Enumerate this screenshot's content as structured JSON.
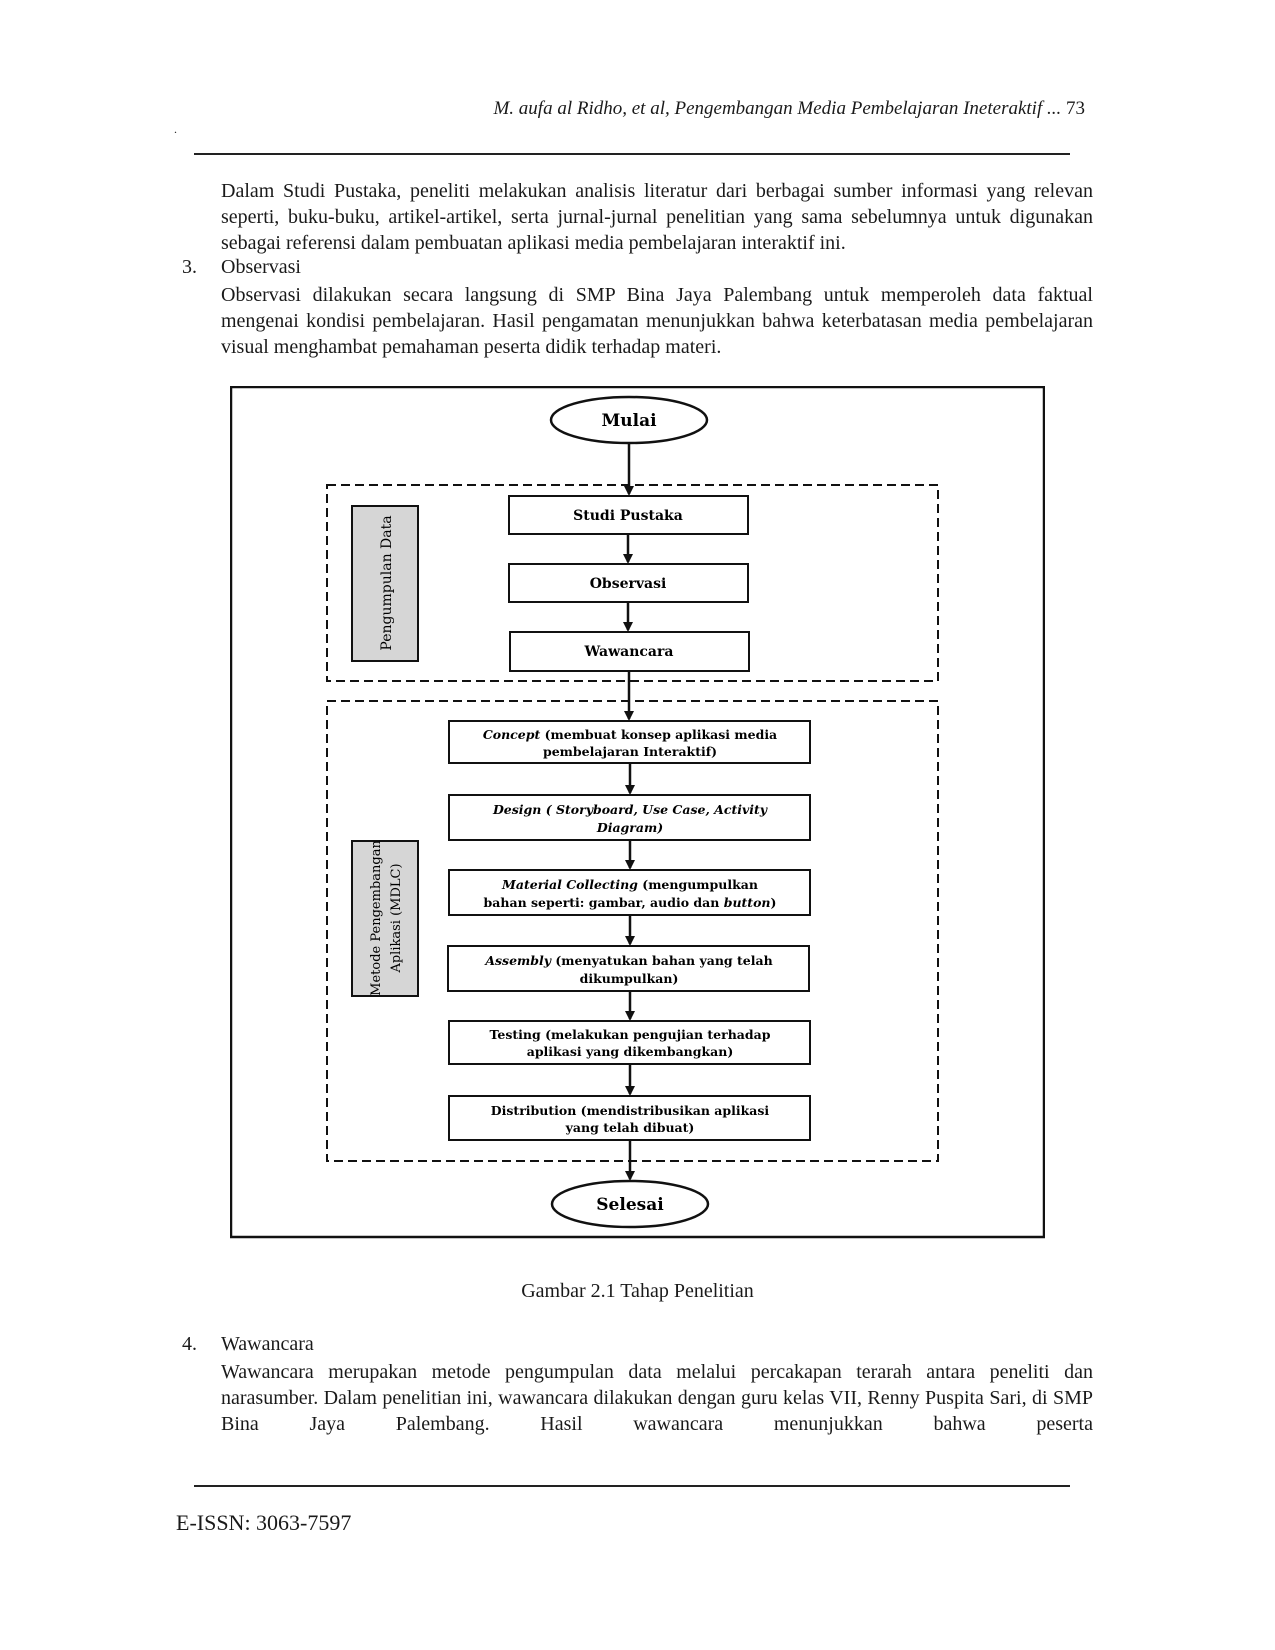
{
  "header": {
    "running_title": "M. aufa al Ridho, et al, Pengembangan Media Pembelajaran Ineteraktif ...",
    "page_number": "73",
    "dot": "."
  },
  "body": {
    "paragraph_studi_pustaka": "Dalam Studi Pustaka, peneliti melakukan analisis literatur dari berbagai sumber informasi yang relevan seperti, buku-buku, artikel-artikel, serta jurnal-jurnal penelitian yang sama sebelumnya untuk digunakan sebagai referensi dalam pembuatan aplikasi media pembelajaran interaktif ini.",
    "item3_number": "3.",
    "item3_title": "Observasi",
    "item3_text": "Observasi dilakukan secara langsung di SMP Bina Jaya Palembang untuk memperoleh data faktual mengenai kondisi pembelajaran. Hasil pengamatan menunjukkan bahwa keterbatasan media pembelajaran visual menghambat pemahaman peserta didik terhadap materi.",
    "item4_number": "4.",
    "item4_title": "Wawancara",
    "item4_text": "Wawancara merupakan metode pengumpulan data melalui percakapan terarah antara peneliti dan narasumber. Dalam penelitian ini, wawancara dilakukan dengan guru kelas VII, Renny Puspita Sari, di SMP Bina Jaya Palembang. Hasil wawancara menunjukkan bahwa peserta"
  },
  "figure": {
    "caption": "Gambar 2.1 Tahap Penelitian",
    "start": "Mulai",
    "end": "Selesai",
    "group1_label": "Pengumpulan Data",
    "group2_label_line1": "Metode Pengembangan",
    "group2_label_line2": "Aplikasi (MDLC)",
    "step_studi": "Studi Pustaka",
    "step_observasi": "Observasi",
    "step_wawancara": "Wawancara",
    "concept_italic": "Concept",
    "concept_rest": " (membuat konsep aplikasi media",
    "concept_line2": "pembelajaran Interaktif)",
    "design_italic": "Design",
    "design_rest": " ( Storyboard, Use Case, Activity",
    "design_line2": "Diagram)",
    "material_italic": "Material Collecting",
    "material_rest": " (mengumpulkan",
    "material_line2a": "bahan seperti: gambar, audio dan ",
    "material_line2b": "button",
    "material_line2c": ")",
    "assembly_italic": "Assembly",
    "assembly_rest": " (menyatukan bahan yang telah",
    "assembly_line2": "dikumpulkan)",
    "testing_line1": "Testing (melakukan pengujian terhadap",
    "testing_line2": "aplikasi yang dikembangkan)",
    "distribution_line1": "Distribution (mendistribusikan aplikasi",
    "distribution_line2": "yang telah dibuat)"
  },
  "footer": {
    "eissn": "E-ISSN: 3063-7597"
  }
}
